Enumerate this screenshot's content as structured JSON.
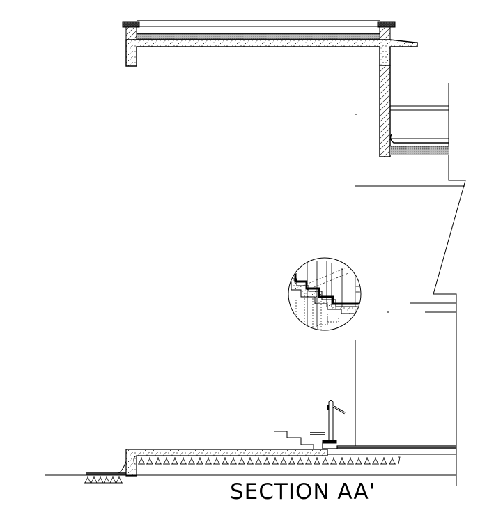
{
  "drawing": {
    "title": "SECTION AA'",
    "type": "architectural-section",
    "colors": {
      "line": "#000000",
      "concrete_fill": "#ffffff",
      "screed_fill": "#9a9a9a",
      "coping_fill": "#333333",
      "background": "#ffffff"
    },
    "elements": [
      "roof-slab",
      "parapet-left",
      "parapet-right",
      "roof-coping",
      "roof-screed-layer",
      "chajja-projection",
      "right-wall-brick",
      "window-opening",
      "stair-section-break",
      "stair-detail-callout",
      "entrance-steps",
      "handrail",
      "ground-floor-slab",
      "plinth-beam",
      "soling-hardcore",
      "ground-line"
    ]
  }
}
